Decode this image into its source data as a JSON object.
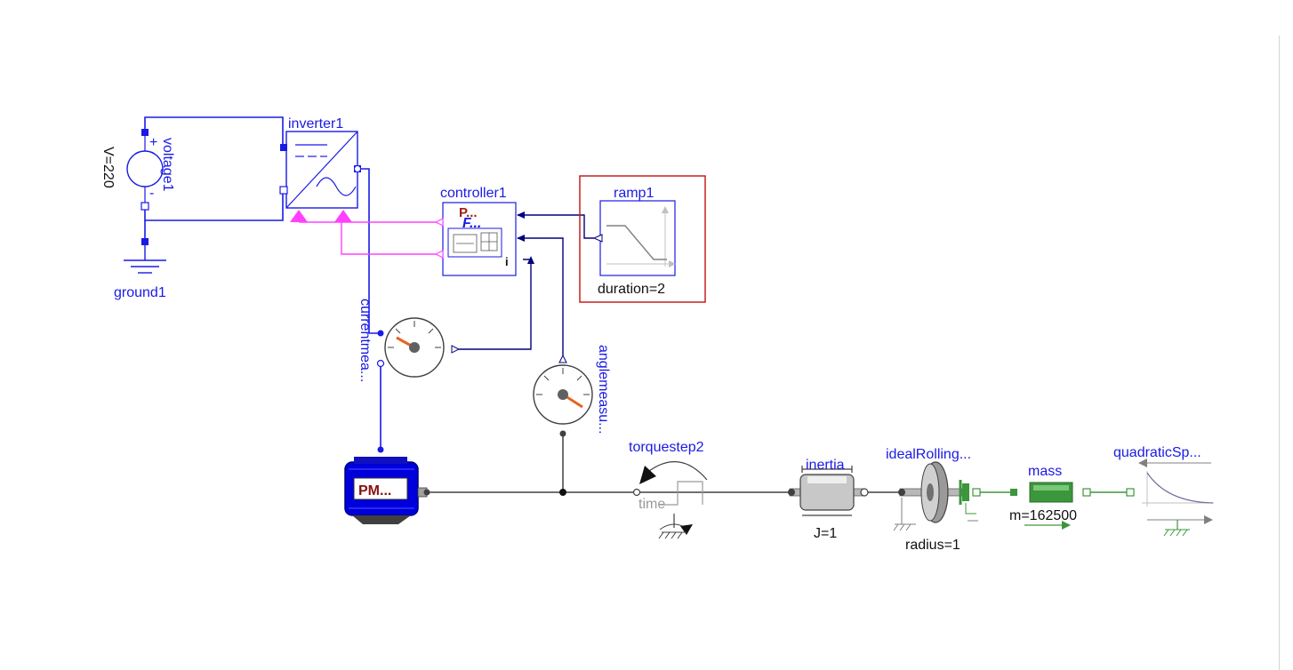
{
  "diagram": {
    "components": {
      "voltage": {
        "name": "voltage1",
        "param": "V=220"
      },
      "ground": {
        "name": "ground1"
      },
      "inverter": {
        "name": "inverter1"
      },
      "controller": {
        "name": "controller1",
        "text_p": "P...",
        "text_f": "F...",
        "text_i": "i"
      },
      "ramp": {
        "name": "ramp1",
        "param": "duration=2"
      },
      "current_sensor": {
        "name": "currentmea..."
      },
      "angle_sensor": {
        "name": "anglemeasu..."
      },
      "motor": {
        "name": "PM..."
      },
      "torque_step": {
        "name": "torquestep2",
        "port_label": "time"
      },
      "inertia": {
        "name": "inertia",
        "param": "J=1"
      },
      "rolling_wheel": {
        "name": "idealRolling...",
        "param": "radius=1"
      },
      "mass": {
        "name": "mass",
        "param": "m=162500"
      },
      "quadratic_force": {
        "name": "quadraticSp..."
      }
    },
    "colors": {
      "electric": "#1a1ae6",
      "signal": "#00007f",
      "pwm": "#ff40ff",
      "mechanical_rot": "#404040",
      "mechanical_trans": "#3c963c",
      "selection": "#c81e1e",
      "gauge_needle": "#e6641e"
    }
  }
}
